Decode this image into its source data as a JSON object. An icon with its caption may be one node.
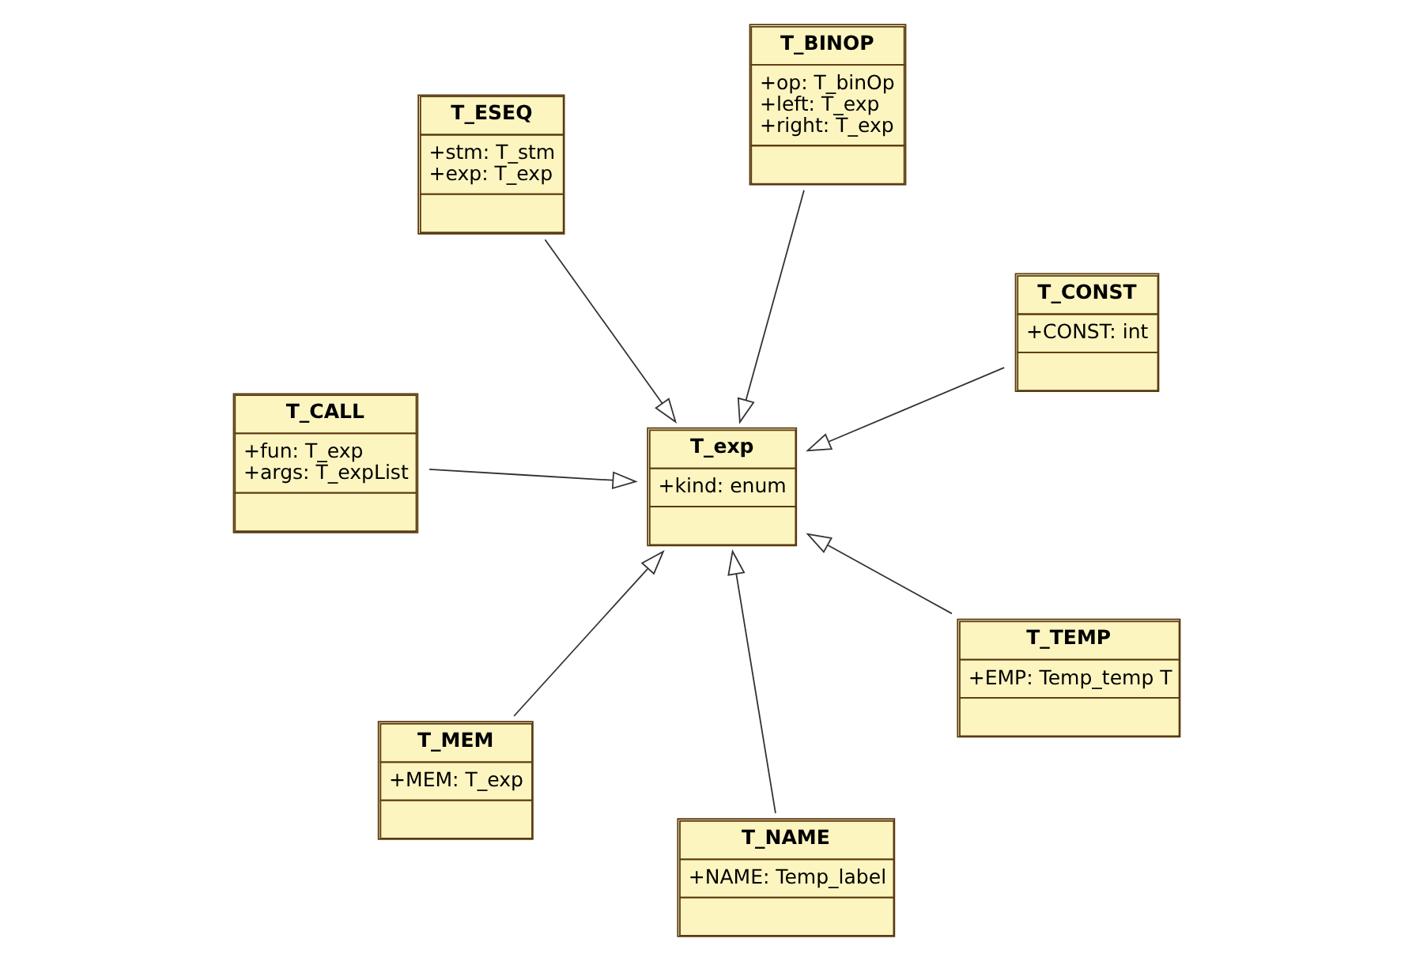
{
  "diagram": {
    "nodes": [
      {
        "text": [
          "T_CALL",
          "+fun: T_exp",
          "+args: T_expList"
        ]
      },
      {
        "text": [
          "T_CONST",
          "+CONST: int"
        ]
      },
      {
        "text": [
          "T_NAME",
          "+NAME: Temp_label"
        ]
      },
      {
        "text": [
          "T_BINOP",
          "+op: T_binOp",
          "+left: T_exp",
          "+right: T_exp"
        ]
      },
      {
        "text": [
          "T_exp",
          "+kind: enum"
        ]
      },
      {
        "text": [
          "T_ESEQ",
          "+stm: T_stm",
          "+exp: T_exp"
        ]
      },
      {
        "text": [
          "T_MEM",
          "+MEM: T_exp"
        ]
      },
      {
        "text": [
          "T_TEMP",
          "+EMP: Temp_temp T"
        ]
      }
    ],
    "edges": [
      {
        "from": 0,
        "to": 4,
        "arrow": "to"
      },
      {
        "from": 1,
        "to": 4,
        "arrow": "to"
      },
      {
        "from": 2,
        "to": 4,
        "arrow": "to"
      },
      {
        "from": 3,
        "to": 4,
        "arrow": "to"
      },
      {
        "from": 5,
        "to": 4,
        "arrow": "to"
      },
      {
        "from": 6,
        "to": 4,
        "arrow": "to"
      },
      {
        "from": 7,
        "to": 4,
        "arrow": "to"
      }
    ]
  }
}
